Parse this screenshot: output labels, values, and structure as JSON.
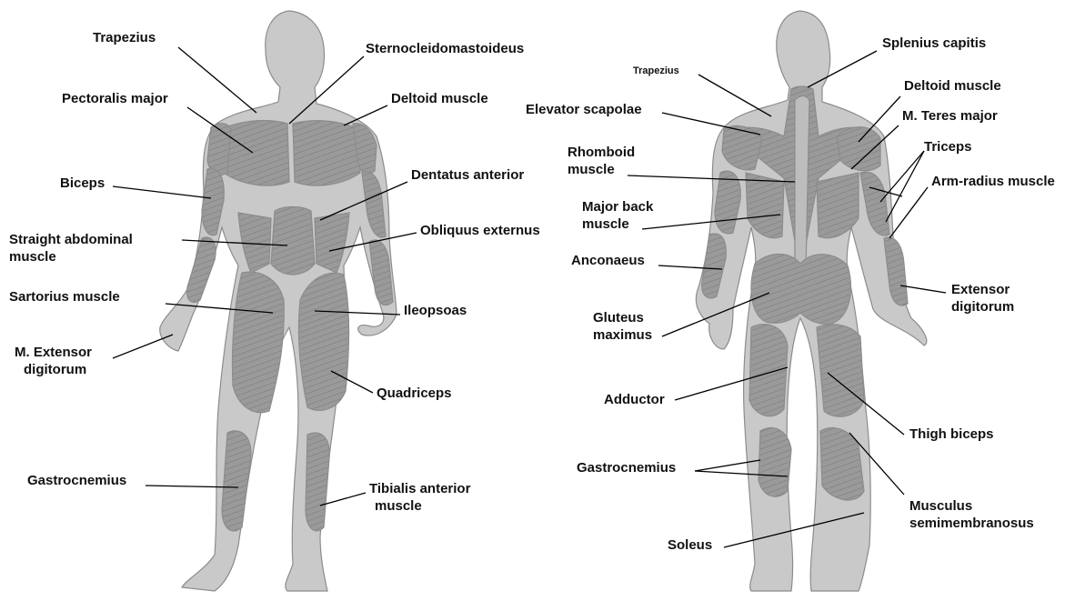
{
  "colors": {
    "skin": "#c9c9c9",
    "skin_outline": "#8c8c8c",
    "muscle": "#9a9a9a",
    "muscle_line": "#6e6e6e",
    "leader": "#000000",
    "text": "#111111"
  },
  "front": {
    "trapezius": "Trapezius",
    "sternocleidomastoideus": "Sternocleidomastoideus",
    "pectoralis_major": "Pectoralis major",
    "deltoid": "Deltoid muscle",
    "biceps": "Biceps",
    "dentatus_anterior": "Dentatus anterior",
    "straight_abdominal_1": "Straight abdominal",
    "straight_abdominal_2": "muscle",
    "obliquus_externus": "Obliquus externus",
    "sartorius": "Sartorius muscle",
    "ileopsoas": "Ileopsoas",
    "extensor_1": "M. Extensor",
    "extensor_2": "digitorum",
    "quadriceps": "Quadriceps",
    "gastrocnemius": "Gastrocnemius",
    "tibialis_1": "Tibialis anterior",
    "tibialis_2": "muscle"
  },
  "back": {
    "trapezius": "Trapezius",
    "splenius": "Splenius capitis",
    "deltoid": "Deltoid muscle",
    "elevator": "Elevator scapolae",
    "teres": "M. Teres major",
    "rhomboid_1": "Rhomboid",
    "rhomboid_2": "muscle",
    "triceps": "Triceps",
    "arm_radius": "Arm-radius muscle",
    "major_back_1": "Major back",
    "major_back_2": "muscle",
    "anconaeus": "Anconaeus",
    "extensor_1": "Extensor",
    "extensor_2": "digitorum",
    "gluteus_1": "Gluteus",
    "gluteus_2": "maximus",
    "adductor": "Adductor",
    "thigh_biceps": "Thigh biceps",
    "gastrocnemius": "Gastrocnemius",
    "musculus_1": "Musculus",
    "musculus_2": "semimembranosus",
    "soleus": "Soleus"
  }
}
